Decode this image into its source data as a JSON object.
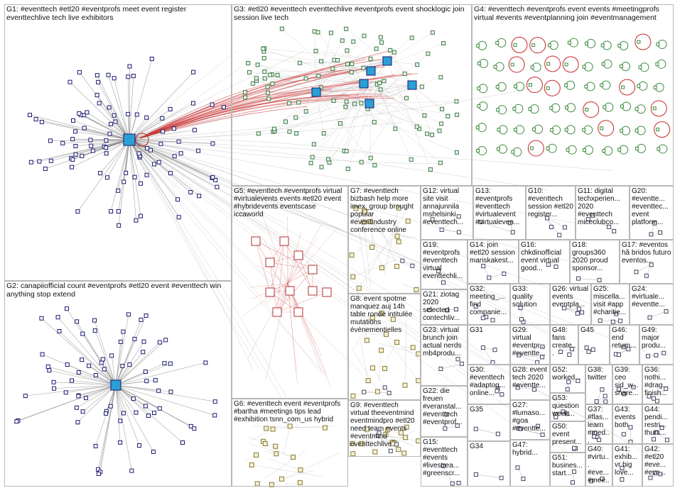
{
  "colors": {
    "edge": "#7a7a7a",
    "edge_red": "#cc3030",
    "node_fill": "#ffffff",
    "node_border": "#1a1a6e",
    "hub_accent": "#2aa0d6",
    "circle_red": "#c62828",
    "circle_green": "#3d8b3d",
    "box_border": "#b7b7b7"
  },
  "groups": [
    {
      "id": "G1",
      "label": "G1: #eventtech #etl20 #eventprofs meet event register eventtechlive tech live exhibitors"
    },
    {
      "id": "G2",
      "label": "G2: canapiiofficial count #eventprofs #etl20 event #eventtech win anything stop extend"
    },
    {
      "id": "G3",
      "label": "G3: #etl20 #eventtech eventtechlive #eventprofs event shocklogic join session live tech"
    },
    {
      "id": "G4",
      "label": "G4: #eventtech #eventprofs event events #meetingprofs virtual #events #eventplanning join #eventmanagement"
    },
    {
      "id": "G5",
      "label": "G5: #eventtech #eventprofs virtual #virtualevents events #etl20 event #hybridevents eventscase iccaworld"
    },
    {
      "id": "G6",
      "label": "G6: #eventtech event #eventprofs #bartha #meetings tips lead #exhibition tsnn_com_us hybrid"
    },
    {
      "id": "G7",
      "label": "G7: #eventtech bizbash help more imex_group brought popular #eventindustry conference online"
    },
    {
      "id": "G8",
      "label": "G8: event spotme manquez auj 14h table ronde intitulée mutations évènementielles"
    },
    {
      "id": "G9",
      "label": "G9: #eventtech virtual theeventmind eventmindpro #etl20 need team events #eventmind eventtechlive"
    },
    {
      "id": "G10",
      "label": "G10: #eventtech session #etl20 register..."
    },
    {
      "id": "G11",
      "label": "G11: digital techxperien... 2020 #eventtech miceclubco..."
    },
    {
      "id": "G12",
      "label": "G12: virtual site visit annajunnila mshelsinki #eventtech..."
    },
    {
      "id": "G13",
      "label": "G13: #eventprofs #eventtech #virtualevent #virtualeven..."
    },
    {
      "id": "G14",
      "label": "G14: join #etl20 session mariskakest..."
    },
    {
      "id": "G15",
      "label": "G15: #eventtech #events #livestrea... #greenscr..."
    },
    {
      "id": "G16",
      "label": "G16: chkdinofficial event virtual good..."
    },
    {
      "id": "G17",
      "label": "G17: #eventos hã bridos futuro eventos..."
    },
    {
      "id": "G18",
      "label": "G18: groups360 2020 proud sponsor..."
    },
    {
      "id": "G19",
      "label": "G19: #eventprofs #eventtech virtual eventtechli..."
    },
    {
      "id": "G20",
      "label": "G20: #eventte... #eventtec... event platform..."
    },
    {
      "id": "G21",
      "label": "G21: ziotag 2020 selected contechliv..."
    },
    {
      "id": "G22",
      "label": "G22: die freuen #veranstal... #eventtech #eventprof..."
    },
    {
      "id": "G23",
      "label": "G23: virtual brunch join actual nerds mb4produ..."
    },
    {
      "id": "G24",
      "label": "G24: #virtuale... #eventte..."
    },
    {
      "id": "G25",
      "label": "G25: miscella... visit #app #charitie..."
    },
    {
      "id": "G26",
      "label": "G26: virtual events eventpla..."
    },
    {
      "id": "G27",
      "label": "G27: #lumaso... #goa #eventte..."
    },
    {
      "id": "G28",
      "label": "G28: event tech 2020 #eventte..."
    },
    {
      "id": "G29",
      "label": "G29: virtual #eventpr... #eventte..."
    },
    {
      "id": "G30",
      "label": "G30: #eventtech #adaptog... online..."
    },
    {
      "id": "G31",
      "label": "G31"
    },
    {
      "id": "G32",
      "label": "G32: meeting_... find companie..."
    },
    {
      "id": "G33",
      "label": "G33: quality solution"
    },
    {
      "id": "G34",
      "label": "G34"
    },
    {
      "id": "G35",
      "label": "G35"
    },
    {
      "id": "G36",
      "label": "G36: nothi... #drag... finish..."
    },
    {
      "id": "G37",
      "label": "G37: #flas... learn #med..."
    },
    {
      "id": "G38",
      "label": "G38: twitter"
    },
    {
      "id": "G39",
      "label": "G39: ceo sid_w... share..."
    },
    {
      "id": "G40",
      "label": "G40: #virtu... #eve... #mee..."
    },
    {
      "id": "G41",
      "label": "G41: exhib... vr big love..."
    },
    {
      "id": "G42",
      "label": "G42: #etl20 #eve... #eve..."
    },
    {
      "id": "G43",
      "label": "G43: events both"
    },
    {
      "id": "G44",
      "label": "G44: pendi... restri... thurs..."
    },
    {
      "id": "G45",
      "label": "G45"
    },
    {
      "id": "G46",
      "label": "G46: end return..."
    },
    {
      "id": "G47",
      "label": "G47: hybrid..."
    },
    {
      "id": "G48",
      "label": "G48: fans create..."
    },
    {
      "id": "G49",
      "label": "G49: major produ..."
    },
    {
      "id": "G50",
      "label": "G50: event present..."
    },
    {
      "id": "G51",
      "label": "G51: busines... start..."
    },
    {
      "id": "G52",
      "label": "G52: worked..."
    },
    {
      "id": "G53",
      "label": "G53: question week..."
    }
  ]
}
